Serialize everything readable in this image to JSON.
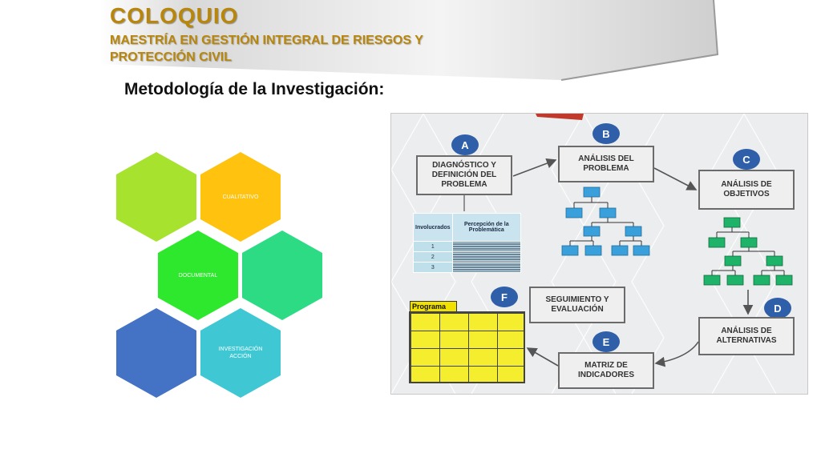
{
  "header": {
    "title": "COLOQUIO",
    "subtitle": "MAESTRÍA EN GESTIÓN INTEGRAL DE RIESGOS Y PROTECCIÓN CIVIL"
  },
  "heading": "Metodología de la Investigación:",
  "hexagons": [
    {
      "label": "",
      "color": "#a6e22e"
    },
    {
      "label": "CUALITATIVO",
      "color": "#ffc20e"
    },
    {
      "label": "DOCUMENTAL",
      "color": "#2ee82e"
    },
    {
      "label": "",
      "color": "#2edb85"
    },
    {
      "label": "",
      "color": "#4472c4"
    },
    {
      "label": "INVESTIGACIÓN ACCIÓN",
      "color": "#3fc8d4"
    }
  ],
  "flow": {
    "steps": {
      "a": {
        "letter": "A",
        "text": "DIAGNÓSTICO Y\nDEFINICIÓN DEL\nPROBLEMA"
      },
      "b": {
        "letter": "B",
        "text": "ANÁLISIS DEL\nPROBLEMA"
      },
      "c": {
        "letter": "C",
        "text": "ANÁLISIS DE\nOBJETIVOS"
      },
      "d": {
        "letter": "D",
        "text": "ANÁLISIS DE\nALTERNATIVAS"
      },
      "e": {
        "letter": "E",
        "text": "MATRIZ DE\nINDICADORES"
      },
      "f": {
        "letter": "F",
        "text": "SEGUIMIENTO Y\nEVALUACIÓN"
      }
    },
    "table": {
      "col1": "Involucrados",
      "col2": "Percepción de la Problemática",
      "rows": [
        "1",
        "2",
        "3"
      ]
    },
    "programa_label": "Programa",
    "colors": {
      "circle": "#2f5fa8",
      "tree_blue": "#3aa0dc",
      "tree_green": "#1fb36a",
      "arrow": "#555555"
    }
  }
}
